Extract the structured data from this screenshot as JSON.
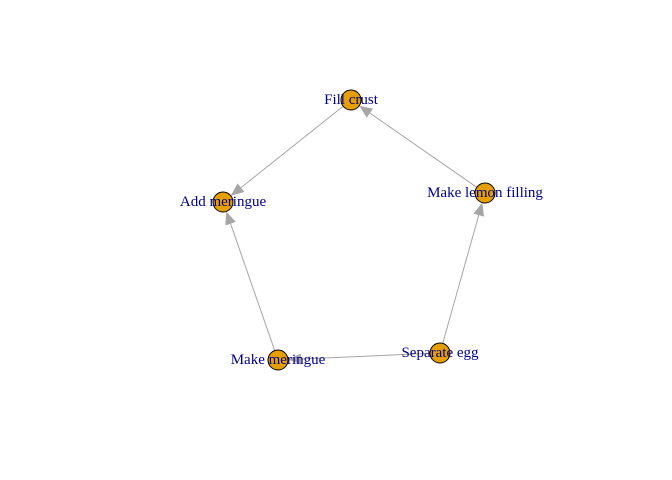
{
  "graph": {
    "type": "directed-graph",
    "colors": {
      "node_fill": "#E69F00",
      "node_border": "#000000",
      "edge": "#A6A6A6",
      "label": "#00008B",
      "background": "#FFFFFF"
    },
    "nodes": [
      {
        "id": "fill-crust",
        "label": "Fill crust"
      },
      {
        "id": "add-meringue",
        "label": "Add meringue"
      },
      {
        "id": "make-lemon-filling",
        "label": "Make lemon filling"
      },
      {
        "id": "make-meringue",
        "label": "Make meringue"
      },
      {
        "id": "separate-egg",
        "label": "Separate egg"
      }
    ],
    "edges": [
      {
        "from": "fill-crust",
        "to": "add-meringue"
      },
      {
        "from": "make-lemon-filling",
        "to": "fill-crust"
      },
      {
        "from": "make-meringue",
        "to": "add-meringue"
      },
      {
        "from": "separate-egg",
        "to": "make-meringue"
      },
      {
        "from": "separate-egg",
        "to": "make-lemon-filling"
      }
    ]
  }
}
